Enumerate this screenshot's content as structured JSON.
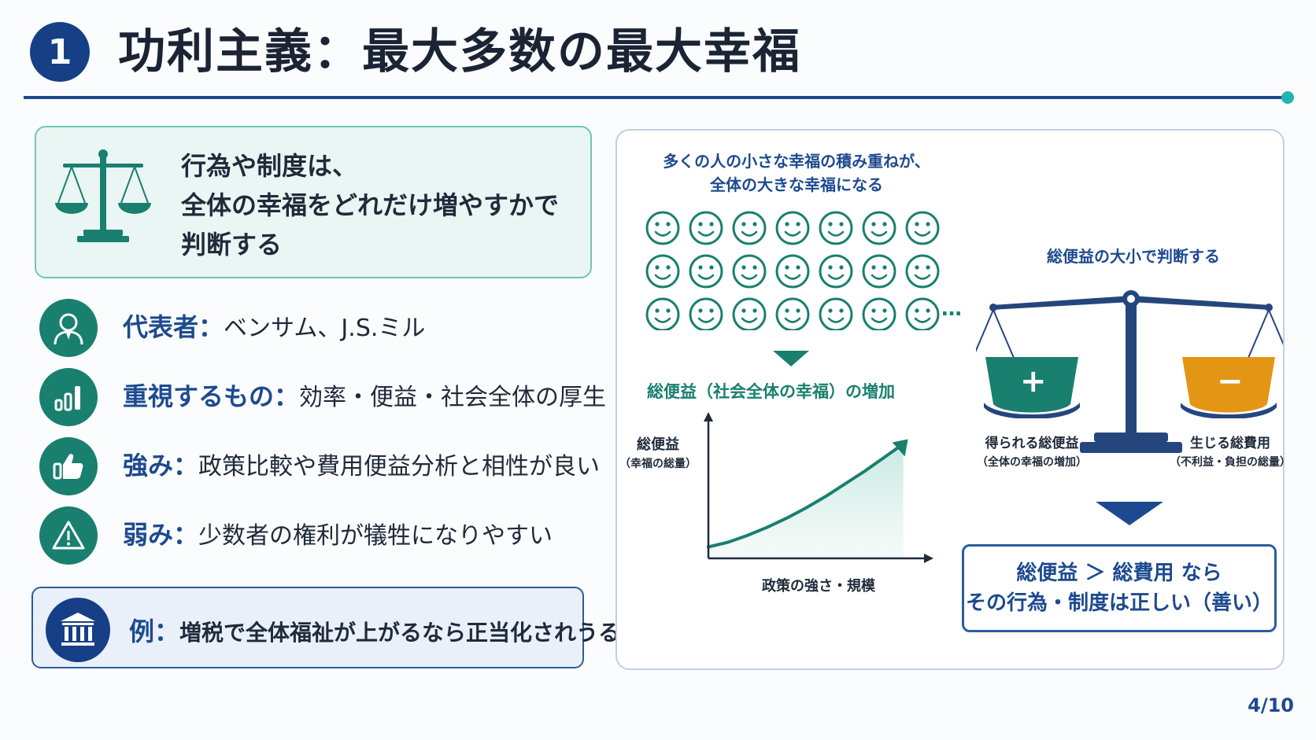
{
  "header": {
    "number": "1",
    "title": "功利主義：最大多数の最大幸福"
  },
  "summary": {
    "line1": "行為や制度は、",
    "line2": "全体の幸福をどれだけ増やすかで",
    "line3": "判断する"
  },
  "rows": [
    {
      "label": "代表者",
      "sep": "：",
      "text": "ベンサム、J.S.ミル",
      "icon": "person-icon"
    },
    {
      "label": "重視するもの",
      "sep": "：",
      "text": "効率・便益・社会全体の厚生",
      "icon": "bar-chart-icon"
    },
    {
      "label": "強み",
      "sep": "：",
      "text": "政策比較や費用便益分析と相性が良い",
      "icon": "thumbs-up-icon"
    },
    {
      "label": "弱み",
      "sep": "：",
      "text": "少数者の権利が犠牲になりやすい",
      "icon": "warning-icon"
    }
  ],
  "example": {
    "label": "例",
    "sep": "：",
    "text": "増税で全体福祉が上がるなら正当化されうる",
    "icon": "bank-icon"
  },
  "right": {
    "crowd_caption_1": "多くの人の小さな幸福の積み重ねが、",
    "crowd_caption_2": "全体の大きな幸福になる",
    "ellipsis": "…",
    "scale_caption": "総便益の大小で判断する",
    "left_pan_title": "得られる総便益",
    "left_pan_sub": "（全体の幸福の増加）",
    "right_pan_title": "生じる総費用",
    "right_pan_sub": "（不利益・負担の総量）",
    "plus_sign": "+",
    "minus_sign": "−",
    "conclusion_1": "総便益 ＞ 総費用 なら",
    "conclusion_2": "その行為・制度は正しい（善い）"
  },
  "chart_data": {
    "type": "area",
    "title": "総便益（社会全体の幸福）の増加",
    "ylabel": "総便益",
    "ylabel_sub": "（幸福の総量）",
    "xlabel": "政策の強さ・規模",
    "x": [
      0,
      1,
      2,
      3,
      4,
      5,
      6,
      7,
      8,
      9,
      10
    ],
    "y": [
      1.0,
      1.4,
      2.0,
      2.7,
      3.5,
      4.4,
      5.4,
      6.5,
      7.6,
      8.8,
      10.0
    ],
    "xlim": [
      0,
      10.5
    ],
    "ylim": [
      0,
      11
    ],
    "grid": false
  },
  "page": {
    "current": "4",
    "total": "10"
  },
  "colors": {
    "navy": "#163f85",
    "teal": "#197f6f",
    "orange": "#e39514"
  }
}
